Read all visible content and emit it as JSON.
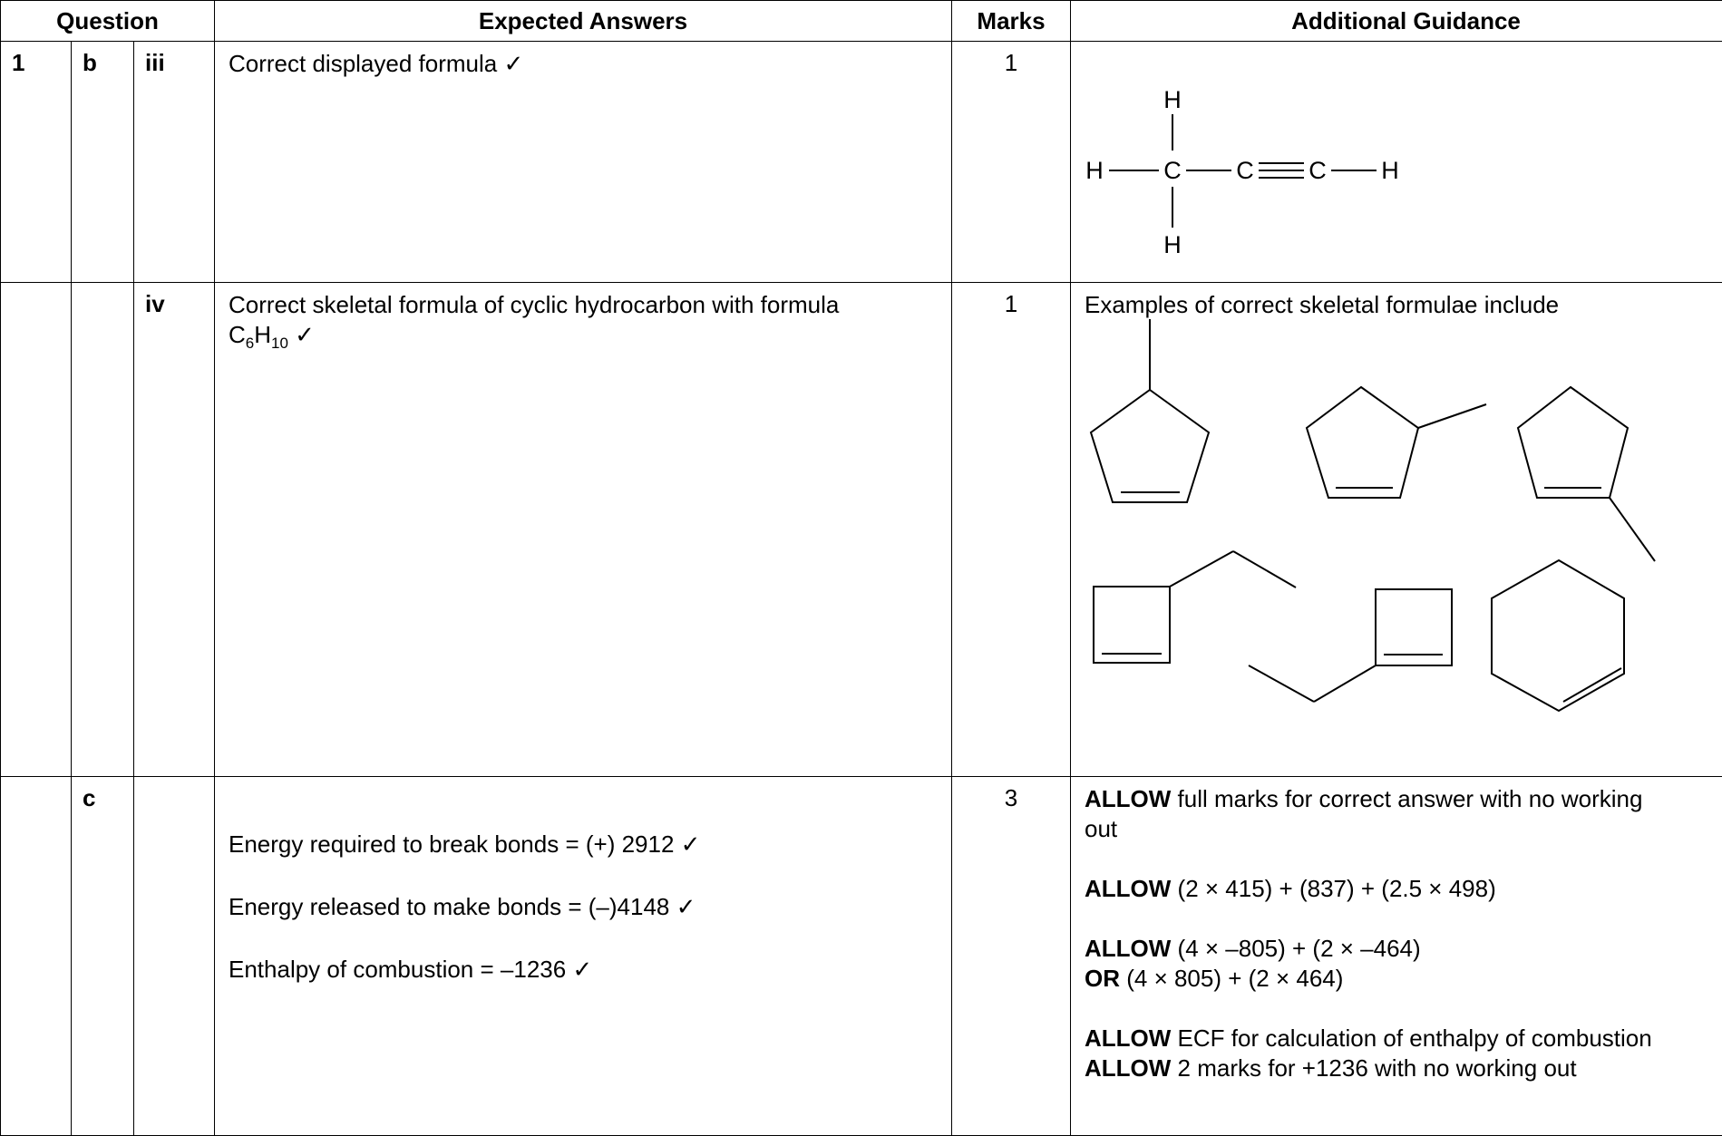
{
  "header": {
    "question": "Question",
    "expected_answers": "Expected Answers",
    "marks": "Marks",
    "additional_guidance": "Additional Guidance"
  },
  "rows": [
    {
      "q1": "1",
      "q2": "b",
      "q3": "iii",
      "answer": "Correct displayed formula ✓",
      "marks": "1",
      "atoms": {
        "h": "H",
        "c": "C"
      }
    },
    {
      "q1": "",
      "q2": "",
      "q3": "iv",
      "answer_line1": "Correct skeletal formula of cyclic hydrocarbon with formula",
      "formula_c": "C",
      "formula_c_sub": "6",
      "formula_h": "H",
      "formula_h_sub": "10",
      "formula_tick": " ✓",
      "marks": "1",
      "guidance": "Examples of correct skeletal formulae include"
    },
    {
      "q1": "",
      "q2": "c",
      "q3": "",
      "answers": [
        "Energy required to break bonds = (+) 2912 ✓",
        "Energy released to make bonds = (–)4148 ✓",
        "Enthalpy of combustion = –1236 ✓"
      ],
      "marks": "3",
      "guidance": {
        "g1_bold": "ALLOW",
        "g1_text": " full marks for correct answer with no working",
        "g1_cont": "out",
        "g2_bold": "ALLOW",
        "g2_text": " (2 × 415) + (837) + (2.5 × 498)",
        "g3_bold": "ALLOW",
        "g3_text": " (4 × –805) + (2 × –464)",
        "g4_bold": "OR",
        "g4_text": " (4 × 805) + (2 × 464)",
        "g5_bold": "ALLOW",
        "g5_text": " ECF for calculation of enthalpy of combustion",
        "g6_bold": "ALLOW",
        "g6_text": " 2 marks for +1236 with no working out"
      }
    }
  ]
}
